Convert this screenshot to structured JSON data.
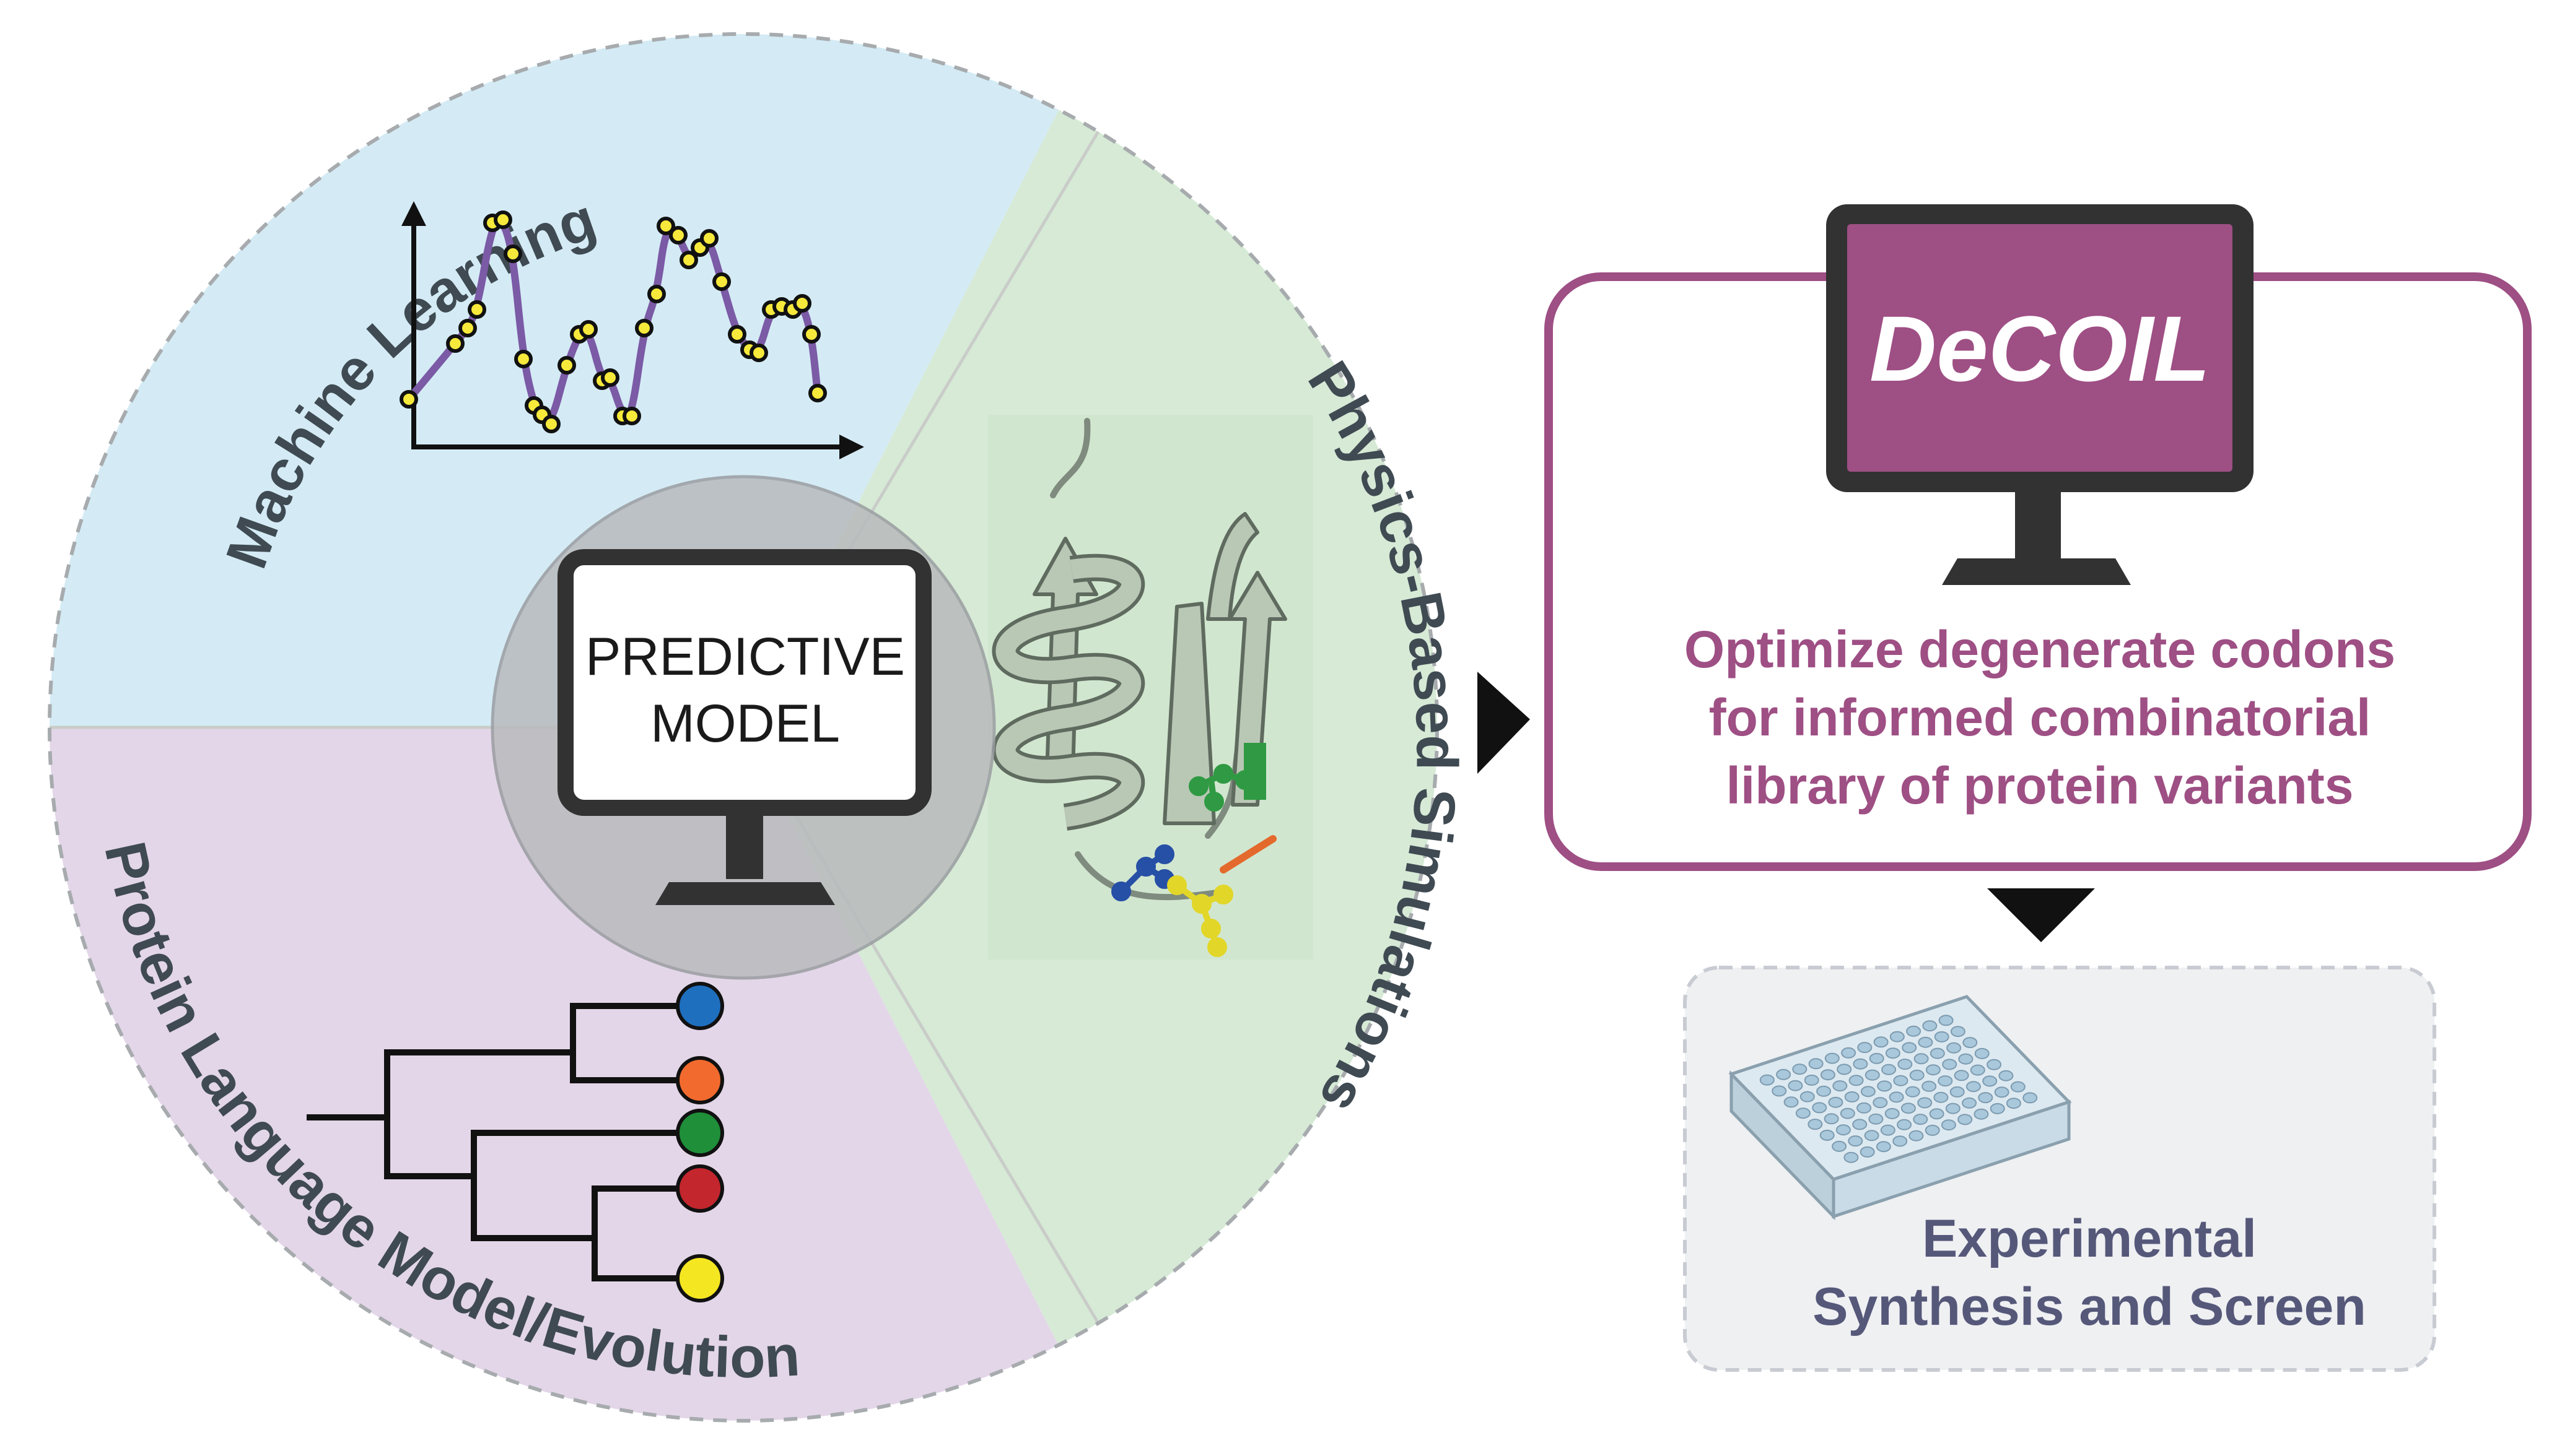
{
  "colors": {
    "ml_segment": "#d4ebf5",
    "physics_segment": "#d6ead6",
    "plm_segment": "#e3d6e8",
    "center_disc": "#b8babd",
    "decoil_accent": "#9e4f84",
    "monitor_frame": "#323232",
    "experimental_text": "#56587a",
    "ml_curve": "#7b5aa6"
  },
  "segments": {
    "machine_learning": "Machine Learning",
    "physics_simulations": "Physics-Based Simulations",
    "protein_language_model": "Protein Language Model/Evolution"
  },
  "predictive_monitor": {
    "line1": "PREDICTIVE",
    "line2": "MODEL"
  },
  "decoil": {
    "title": "DeCOIL",
    "description": [
      "Optimize degenerate codons",
      "for informed combinatorial",
      "library of protein variants"
    ]
  },
  "experimental": {
    "lines": [
      "Experimental",
      "Synthesis and Screen"
    ]
  },
  "phylogeny_leaf_colors": [
    "#1f6fbf",
    "#f26a2e",
    "#1f8f3a",
    "#c4262e",
    "#f5e622"
  ],
  "icons": {
    "ml_plot": "scatter-curve-icon",
    "protein": "protein-ribbon-icon",
    "tree": "phylogenetic-tree-icon",
    "plate": "well-plate-icon",
    "arrows": "triangle-arrow-icon"
  }
}
